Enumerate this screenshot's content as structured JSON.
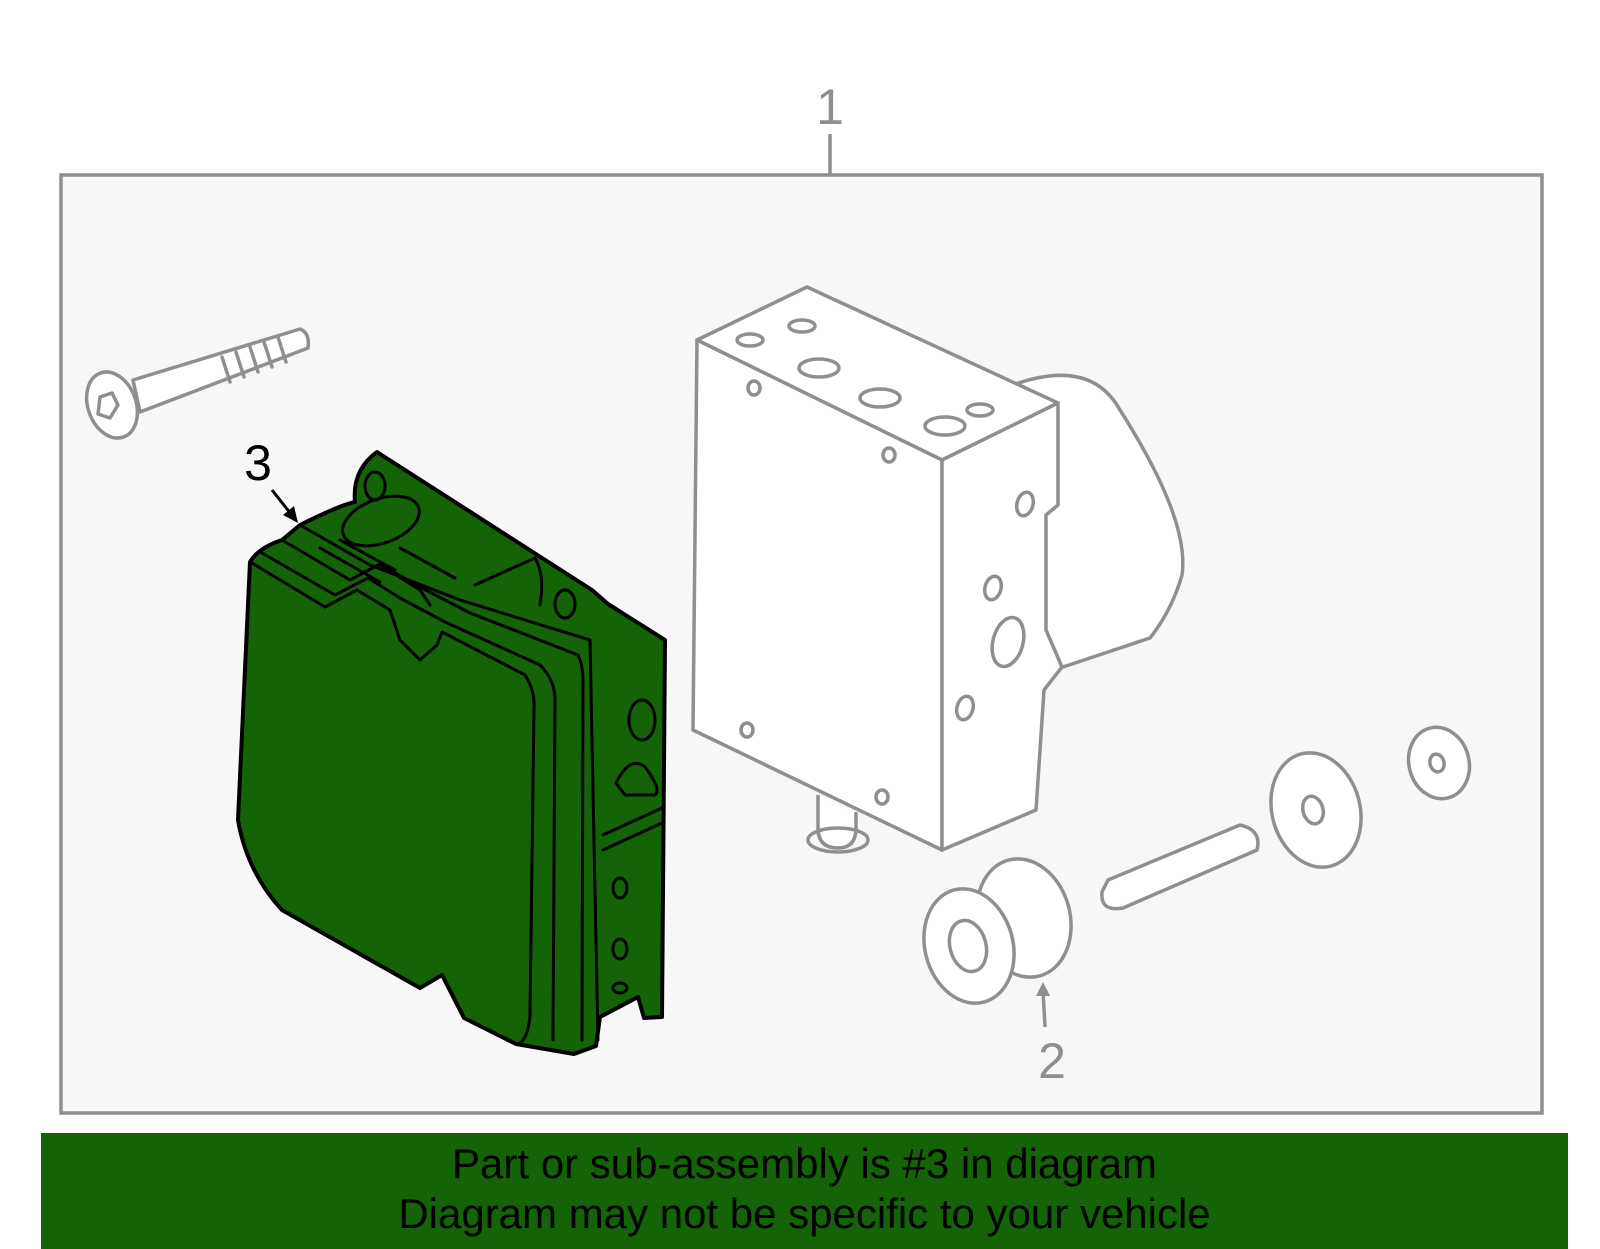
{
  "callouts": {
    "label_1": "1",
    "label_2": "2",
    "label_3": "3"
  },
  "highlighted_part": "3",
  "colors": {
    "highlight": "#146306",
    "frame": "#8f8f8f",
    "frame_fill": "#f7f7f7"
  },
  "banner": {
    "line1": "Part or sub-assembly is #3 in diagram",
    "line2": "Diagram may not be specific to your vehicle"
  }
}
